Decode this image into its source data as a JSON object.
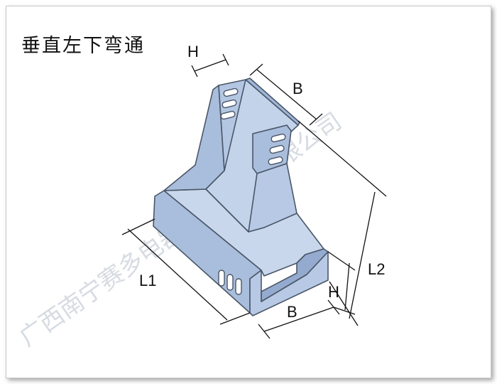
{
  "title": "垂直左下弯通",
  "labels": {
    "h_top": "H",
    "b_top": "B",
    "l1": "L1",
    "l2": "L2",
    "h_right": "H",
    "b_bottom": "B"
  },
  "watermark": "广西南宁赛多电器成套设备有限公司",
  "colors": {
    "body": "#a9bedc",
    "body_dark": "#94abcf",
    "body_light": "#c3d3ea",
    "outline": "#4a5668"
  }
}
